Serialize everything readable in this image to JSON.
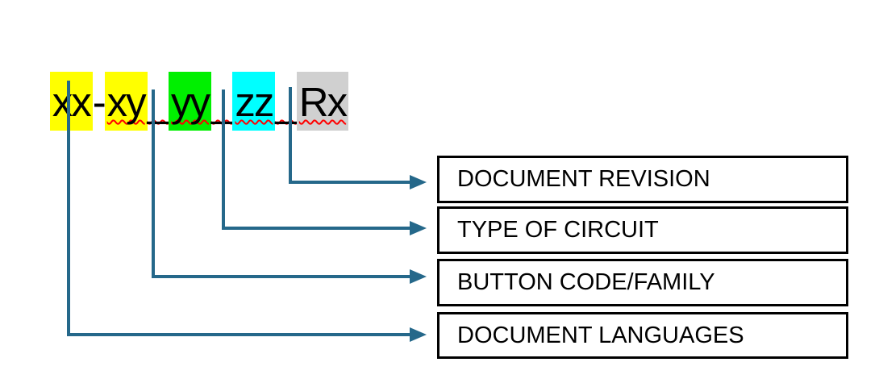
{
  "pattern": {
    "segments": [
      {
        "text": "xx",
        "highlight": "yellow",
        "misspelled": false
      },
      {
        "text": "-",
        "highlight": "none",
        "misspelled": false
      },
      {
        "text": "xy",
        "highlight": "yellow",
        "misspelled": true
      },
      {
        "text": "_",
        "highlight": "none",
        "misspelled": true
      },
      {
        "text": "yy",
        "highlight": "green",
        "misspelled": true
      },
      {
        "text": "_",
        "highlight": "none",
        "misspelled": true
      },
      {
        "text": "zz",
        "highlight": "cyan",
        "misspelled": true
      },
      {
        "text": "_",
        "highlight": "none",
        "misspelled": true
      },
      {
        "text": "Rx",
        "highlight": "gray",
        "misspelled": true
      }
    ],
    "full_text": "xx-xy_yy_zz_Rx"
  },
  "legend": [
    {
      "label": "DOCUMENT REVISION",
      "maps_to": "Rx"
    },
    {
      "label": "TYPE OF CIRCUIT",
      "maps_to": "zz"
    },
    {
      "label": "BUTTON CODE/FAMILY",
      "maps_to": "yy"
    },
    {
      "label": "DOCUMENT LANGUAGES",
      "maps_to": "xx-xy"
    }
  ],
  "colors": {
    "hl_yellow": "#FFFF00",
    "hl_green": "#00F000",
    "hl_cyan": "#00FFFF",
    "hl_gray": "#D0D0D0",
    "connector": "#25688A",
    "squiggle": "#FF0000",
    "box_border": "#000000",
    "ink": "#000000",
    "bg": "#FFFFFF"
  }
}
